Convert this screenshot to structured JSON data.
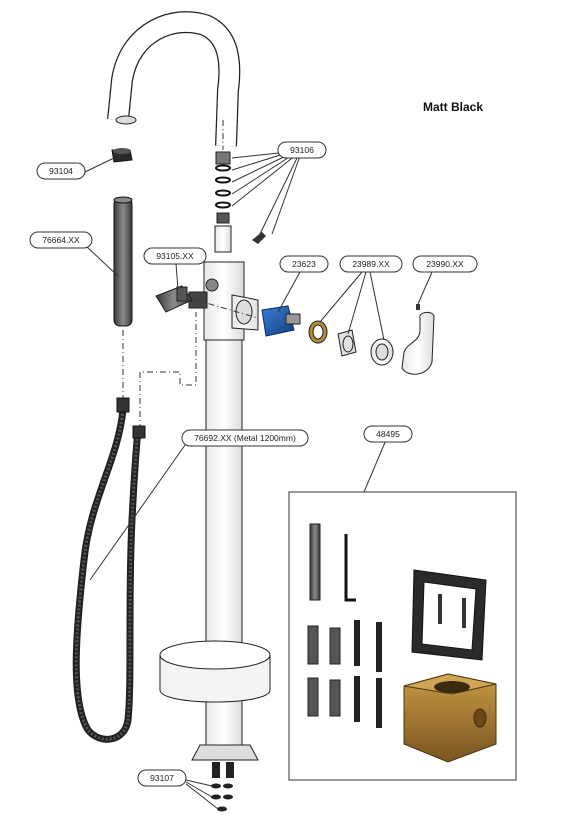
{
  "title": "Matt Black",
  "callouts": {
    "c93104": "93104",
    "c93106": "93106",
    "c76664": "76664.XX",
    "c93105": "93105.XX",
    "c23623": "23623",
    "c23989": "23989.XX",
    "c23990": "23990.XX",
    "c76692": "76692.XX (Metal 1200mm)",
    "c48495": "48495",
    "c93107": "93107"
  },
  "colors": {
    "body": "#ffffff",
    "outline": "#222222",
    "hose": "#2a2a2a",
    "cartridge": "#1f5fb4",
    "brass": "#a8792f",
    "handset": "#555555"
  }
}
